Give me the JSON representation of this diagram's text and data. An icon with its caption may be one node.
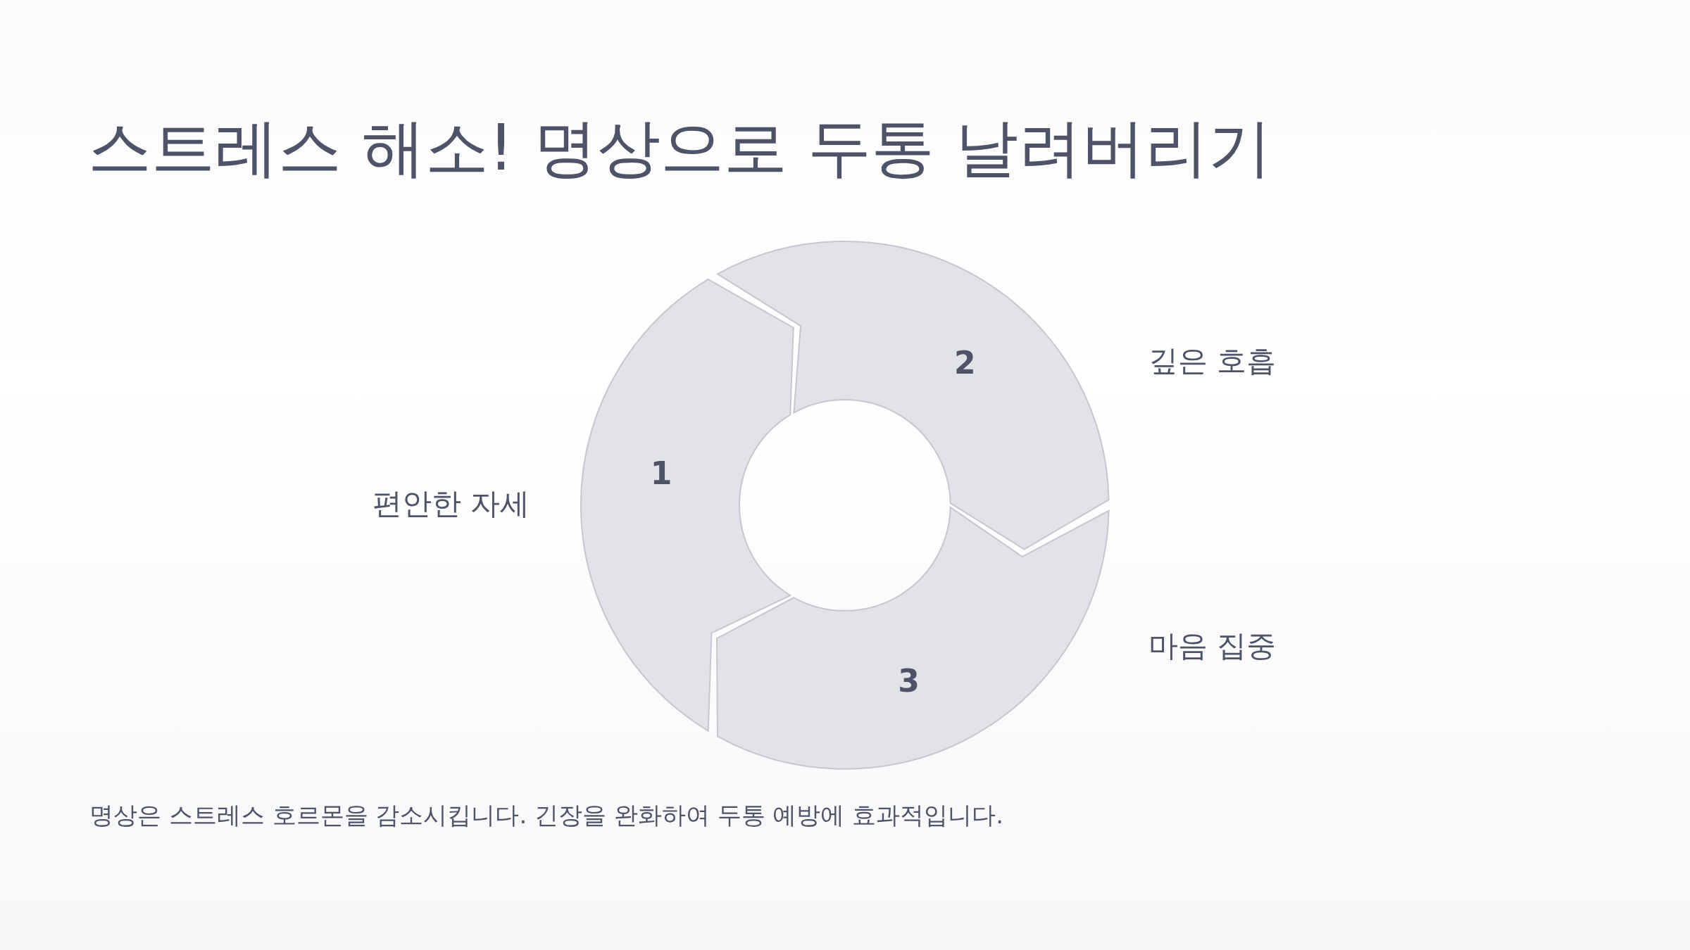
{
  "diagram": {
    "title": "스트레스 해소! 명상으로 두통 날려버리기",
    "caption": "명상은 스트레스 호르몬을 감소시킵니다. 긴장을 완화하여 두통 예방에 효과적입니다.",
    "nodes": [
      {
        "text": [
          "1"
        ],
        "beside": [
          "편안한 자세"
        ]
      },
      {
        "text": [
          "2"
        ],
        "beside": [
          "깊은 호흡"
        ]
      },
      {
        "text": [
          "3"
        ],
        "beside": [
          "마음 집중"
        ]
      }
    ]
  }
}
